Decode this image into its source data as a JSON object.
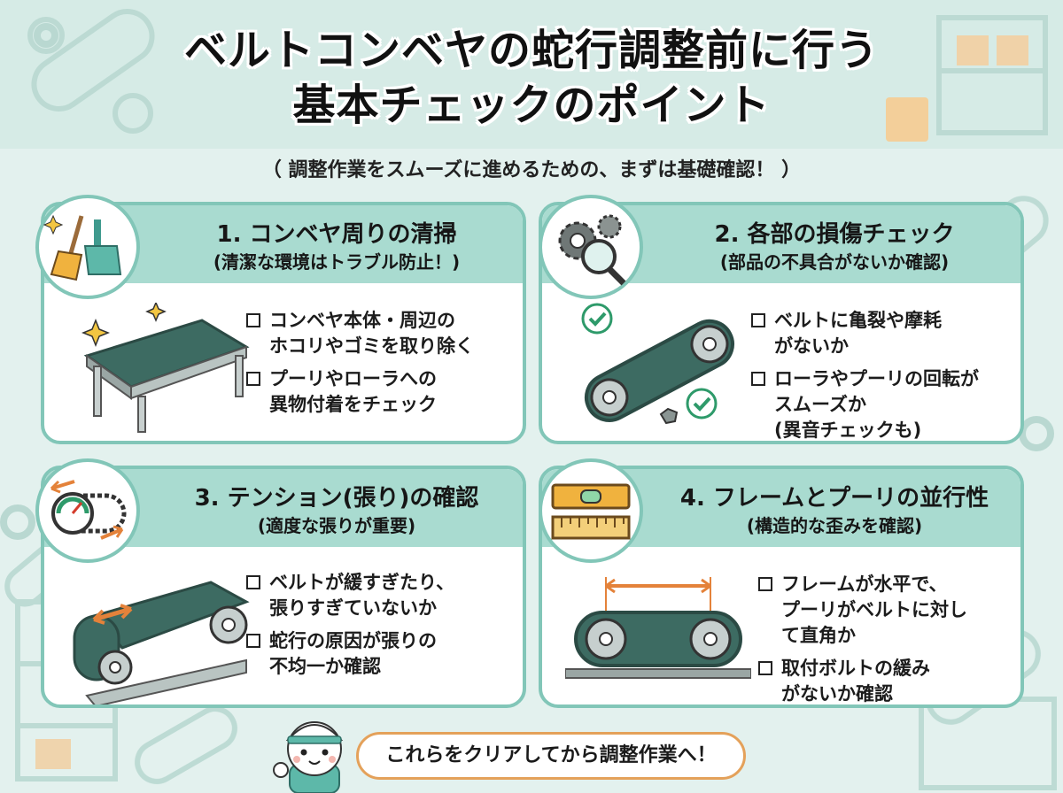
{
  "title": {
    "line1": "ベルトコンベヤの蛇行調整前に行う",
    "line2": "基本チェックのポイント"
  },
  "subtitle": "（ 調整作業をスムーズに進めるための、まずは基礎確認！ ）",
  "cards": [
    {
      "title": "1. コンベヤ周りの清掃",
      "subtitle": "(清潔な環境はトラブル防止！)",
      "icon": "broom-dustpan-icon",
      "items": [
        "コンベヤ本体・周辺の\nホコリやゴミを取り除く",
        "プーリやローラへの\n異物付着をチェック"
      ]
    },
    {
      "title": "2. 各部の損傷チェック",
      "subtitle": "(部品の不具合がないか確認)",
      "icon": "gears-magnifier-icon",
      "items": [
        "ベルトに亀裂や摩耗\nがないか",
        "ローラやプーリの回転が\nスムーズか\n(異音チェックも)"
      ]
    },
    {
      "title": "3. テンション(張り)の確認",
      "subtitle": "(適度な張りが重要)",
      "icon": "tension-gauge-icon",
      "items": [
        "ベルトが緩すぎたり、\n張りすぎていないか",
        "蛇行の原因が張りの\n不均一か確認"
      ]
    },
    {
      "title": "4. フレームとプーリの並行性",
      "subtitle": "(構造的な歪みを確認)",
      "icon": "level-ruler-icon",
      "items": [
        "フレームが水平で、\nプーリがベルトに対し\nて直角か",
        "取付ボルトの緩み\nがないか確認"
      ]
    }
  ],
  "footer": {
    "message": "これらをクリアしてから調整作業へ！"
  },
  "colors": {
    "background": "#e3f1ee",
    "card_border": "#82c6b8",
    "card_header": "#a9dbd0",
    "belt": "#3d6b62",
    "check": "#2e9a6a",
    "accent_orange": "#e4823a",
    "bubble_border": "#e4a15a"
  }
}
